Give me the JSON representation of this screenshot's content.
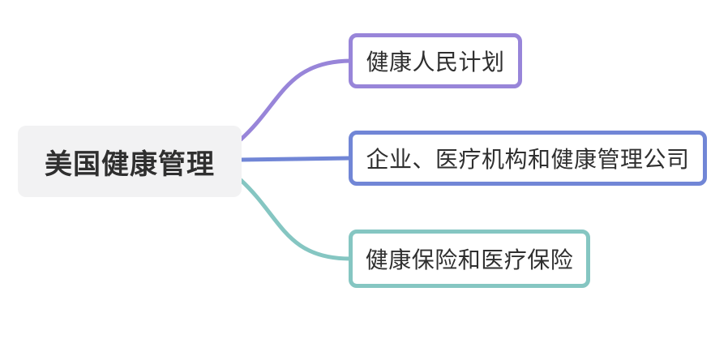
{
  "diagram": {
    "type": "mindmap",
    "root": {
      "label": "美国健康管理",
      "background": "#f2f2f3",
      "text_color": "#2f2f2f"
    },
    "branches": [
      {
        "label": "健康人民计划",
        "color": "#9885d9"
      },
      {
        "label": "企业、医疗机构和健康管理公司",
        "color": "#7186d6"
      },
      {
        "label": "健康保险和医疗保险",
        "color": "#85c6c2"
      }
    ]
  }
}
